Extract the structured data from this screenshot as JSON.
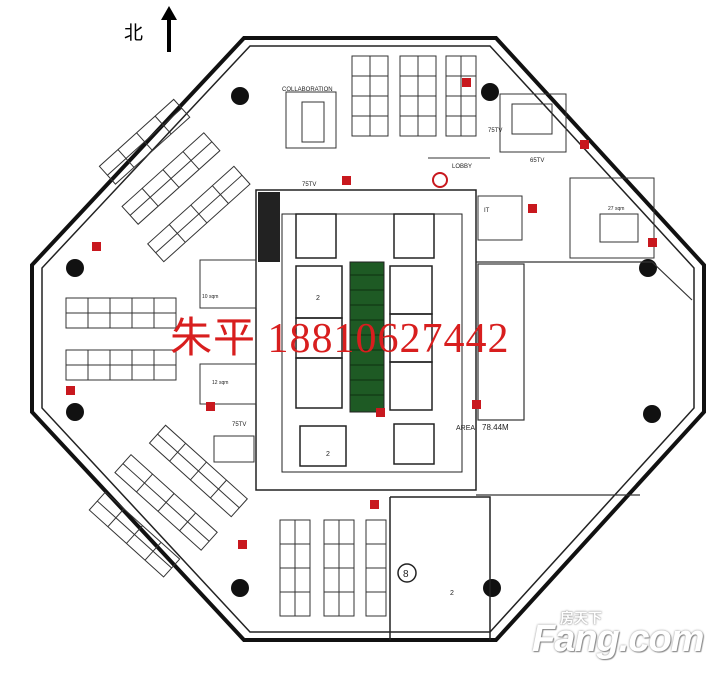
{
  "north_label": "北",
  "contact_overlay": "朱平  18810627442",
  "watermark": {
    "brand_cn": "房天下",
    "brand_en": "Fang.com"
  },
  "room_labels": {
    "collaboration": "COLLABORATION",
    "lobby": "LOBBY",
    "area": "AREA",
    "area_value": "78.44M",
    "zone_number": "8",
    "core_2a": "2",
    "core_2b": "2",
    "lift_2": "2",
    "tv_a": "75TV",
    "tv_b": "75TV",
    "tv_c": "75TV",
    "tv_d": "65TV",
    "room_a": "10 sqm",
    "room_b": "12 sqm",
    "room_c": "27 sqm",
    "room_d": "IT"
  }
}
